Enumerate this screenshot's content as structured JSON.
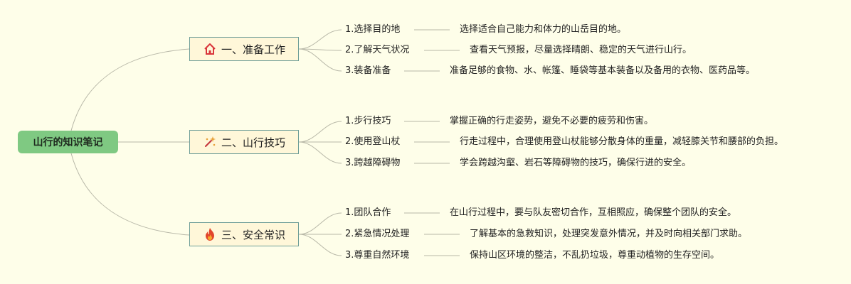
{
  "root": {
    "label": "山行的知识笔记"
  },
  "branches": [
    {
      "label": "一、准备工作",
      "icon": "house-icon",
      "items": [
        {
          "label": "1.选择目的地",
          "desc": "选择适合自己能力和体力的山岳目的地。"
        },
        {
          "label": "2.了解天气状况",
          "desc": "查看天气预报，尽量选择晴朗、稳定的天气进行山行。"
        },
        {
          "label": "3.装备准备",
          "desc": "准备足够的食物、水、帐篷、睡袋等基本装备以及备用的衣物、医药品等。"
        }
      ]
    },
    {
      "label": "二、山行技巧",
      "icon": "magic-wand-icon",
      "items": [
        {
          "label": "1.步行技巧",
          "desc": "掌握正确的行走姿势，避免不必要的疲劳和伤害。"
        },
        {
          "label": "2.使用登山杖",
          "desc": "行走过程中，合理使用登山杖能够分散身体的重量，减轻膝关节和腰部的负担。"
        },
        {
          "label": "3.跨越障碍物",
          "desc": "学会跨越沟壑、岩石等障碍物的技巧，确保行进的安全。"
        }
      ]
    },
    {
      "label": "三、安全常识",
      "icon": "fire-icon",
      "items": [
        {
          "label": "1.团队合作",
          "desc": "在山行过程中，要与队友密切合作，互相照应，确保整个团队的安全。"
        },
        {
          "label": "2.紧急情况处理",
          "desc": "了解基本的急救知识，处理突发意外情况，并及时向相关部门求助。"
        },
        {
          "label": "3.尊重自然环境",
          "desc": "保持山区环境的整洁，不乱扔垃圾，尊重动植物的生存空间。"
        }
      ]
    }
  ],
  "colors": {
    "background": "#fefee9",
    "root": "#7fc982",
    "branch_fill": "#fff7d9",
    "branch_border": "#6f9e98",
    "line": "#b8b8a8"
  }
}
